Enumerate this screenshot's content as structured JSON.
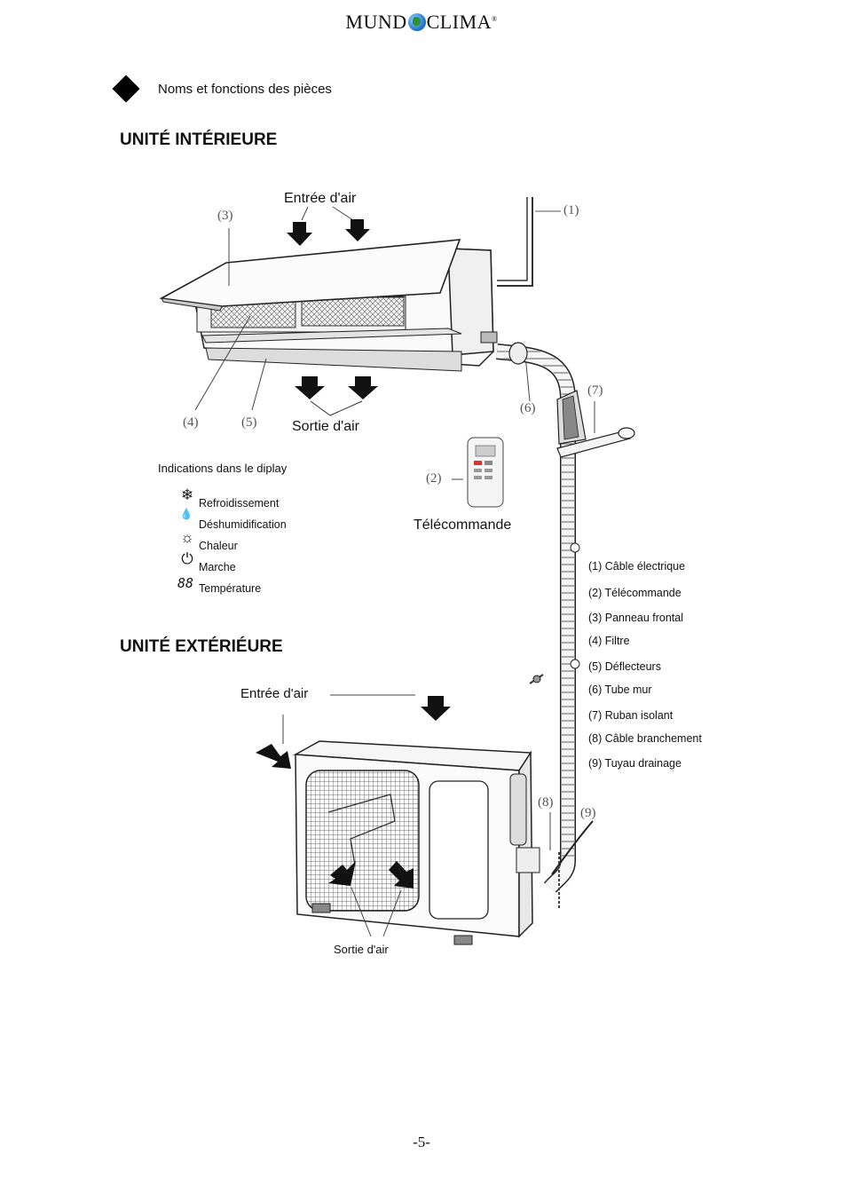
{
  "brand": {
    "part1": "MUND",
    "part2": "CLIMA",
    "mark": "®",
    "globe_icon": "globe-icon"
  },
  "intro": {
    "text": "Noms et fonctions des pièces",
    "bullet_icon": "diamond-bullet"
  },
  "indoor": {
    "title": "UNITÉ INTÉRIEURE",
    "air_in": "Entrée d'air",
    "air_out": "Sortie d'air",
    "callouts": {
      "c1": "(1)",
      "c2": "(2)",
      "c3": "(3)",
      "c4": "(4)",
      "c5": "(5)",
      "c6": "(6)",
      "c7": "(7)",
      "c8": "(8)",
      "c9": "(9)"
    },
    "remote_label": "Télécommande",
    "display": {
      "heading": "Indications dans le diplay",
      "items": [
        {
          "icon": "snowflake-icon",
          "glyph": "❄",
          "label": "Refroidissement"
        },
        {
          "icon": "droplets-icon",
          "glyph": "💧",
          "label": "Déshumidification"
        },
        {
          "icon": "sun-icon",
          "glyph": "☼",
          "label": "Chaleur"
        },
        {
          "icon": "power-icon",
          "glyph": "⏻",
          "label": "Marche"
        },
        {
          "icon": "seven-segment-icon",
          "glyph": "88",
          "label": "Température"
        }
      ]
    }
  },
  "outdoor": {
    "title": "UNITÉ EXTÉRIÉURE",
    "air_in": "Entrée d'air",
    "air_out": "Sortie d'air"
  },
  "legend": [
    "(1) Câble électrique",
    "(2) Télécommande",
    "(3) Panneau frontal",
    "(4) Filtre",
    "(5) Déflecteurs",
    "(6) Tube mur",
    "(7) Ruban isolant",
    "(8) Câble branchement",
    "(9) Tuyau drainage"
  ],
  "page_number": "-5-"
}
